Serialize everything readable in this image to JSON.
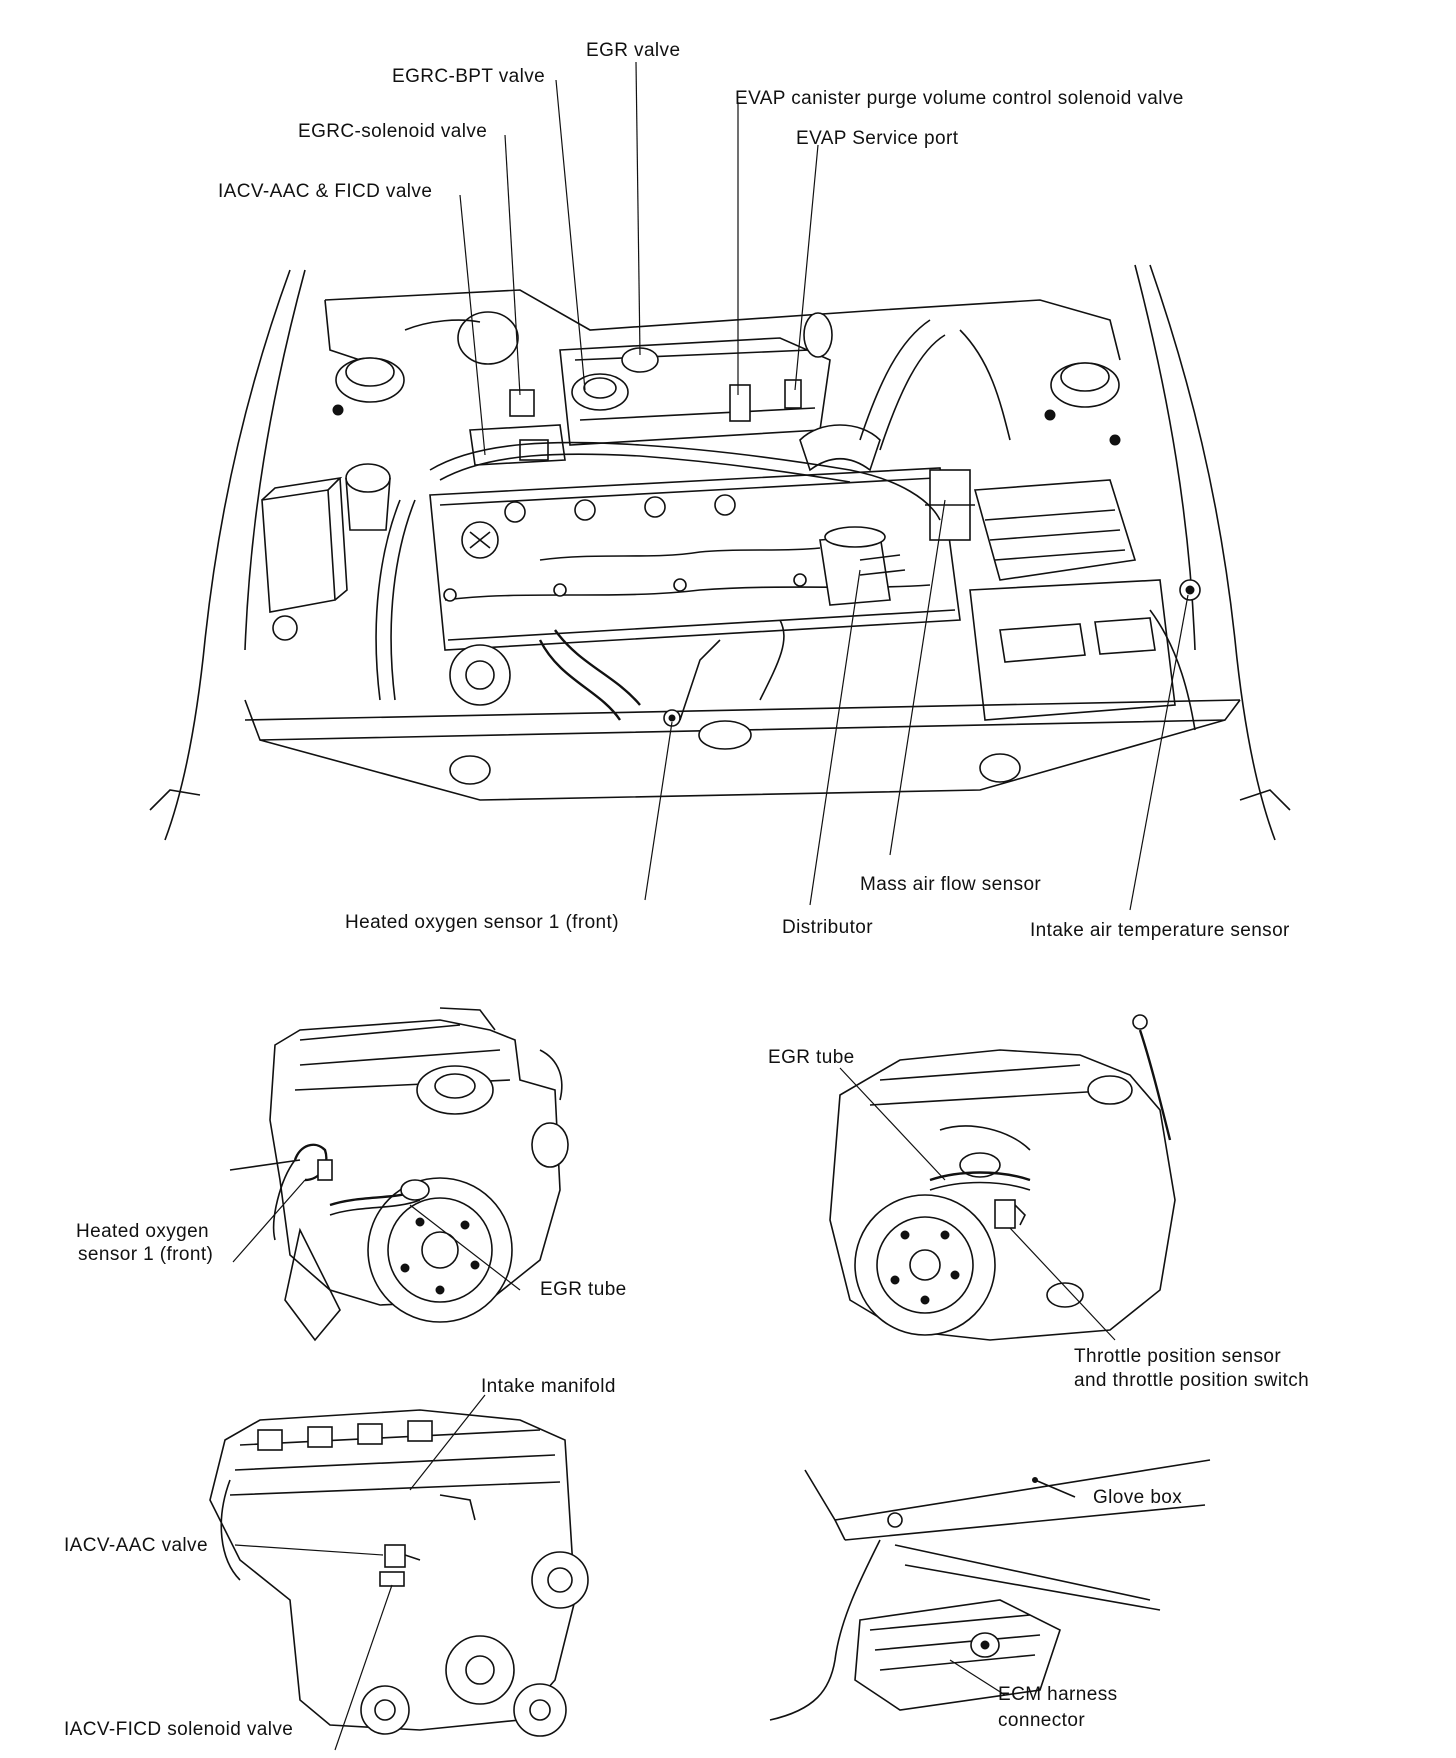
{
  "diagram": {
    "main_view": {
      "labels": {
        "egr_valve": "EGR valve",
        "egrc_bpt_valve": "EGRC-BPT valve",
        "evap_canister_purge": "EVAP canister purge volume control solenoid valve",
        "egrc_solenoid_valve": "EGRC-solenoid valve",
        "evap_service_port": "EVAP Service port",
        "iacv_aac_ficd_valve": "IACV-AAC & FICD valve",
        "mass_air_flow_sensor": "Mass air flow sensor",
        "heated_oxygen_sensor_front": "Heated oxygen sensor 1 (front)",
        "distributor": "Distributor",
        "intake_air_temperature_sensor": "Intake air temperature sensor"
      }
    },
    "detail_front_left": {
      "labels": {
        "heated_oxygen_sensor_line1": "Heated oxygen",
        "heated_oxygen_sensor_line2": "sensor 1 (front)",
        "egr_tube": "EGR tube"
      }
    },
    "detail_front_right": {
      "labels": {
        "egr_tube": "EGR tube",
        "throttle_sensor_line1": "Throttle position sensor",
        "throttle_sensor_line2": "and throttle position switch"
      }
    },
    "detail_rear_left": {
      "labels": {
        "intake_manifold": "Intake manifold",
        "iacv_aac_valve": "IACV-AAC valve",
        "iacv_ficd_solenoid_valve": "IACV-FICD solenoid valve"
      }
    },
    "detail_glove_box": {
      "labels": {
        "glove_box": "Glove box",
        "ecm_line1": "ECM harness",
        "ecm_line2": "connector"
      }
    }
  }
}
